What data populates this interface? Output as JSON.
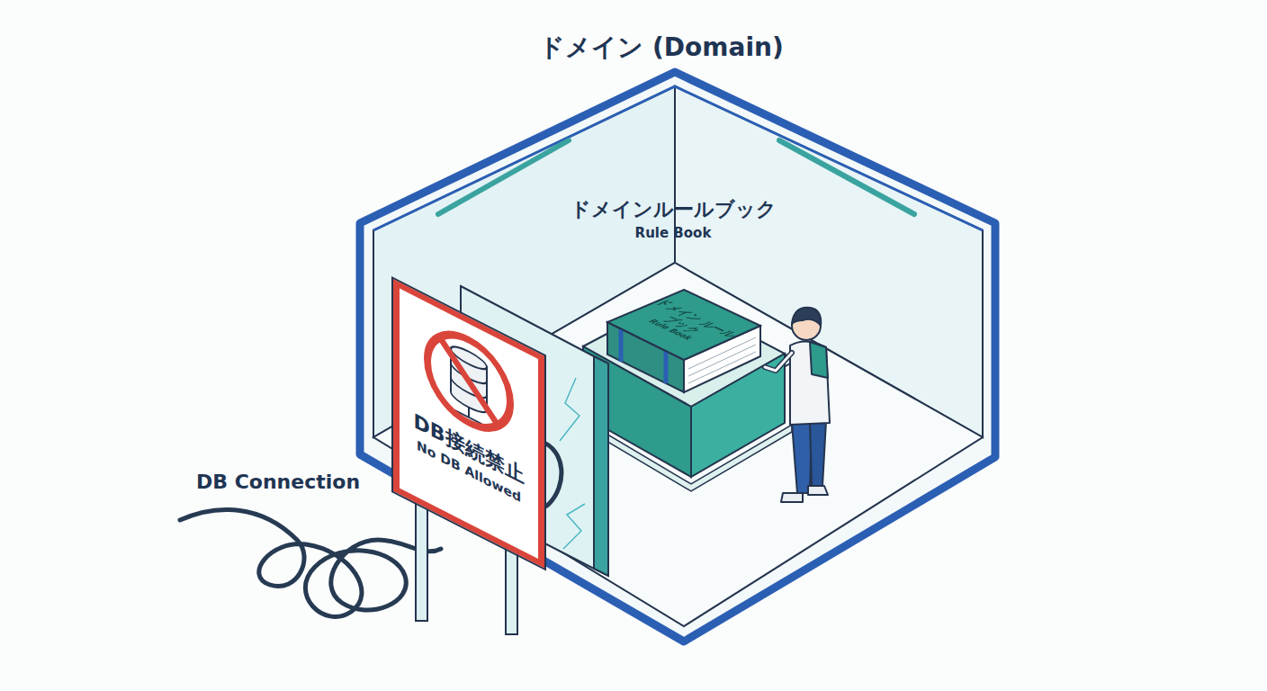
{
  "diagram": {
    "title": "ドメイン (Domain)",
    "nodes": [
      {
        "text": [
          "ドメイン ルールブック",
          "Rule Book"
        ]
      },
      {
        "text": [
          "DB接続禁止",
          "No DB Allowed"
        ]
      }
    ],
    "labels": [
      "ドメインルールブック",
      "Rule Book",
      "DB Connection"
    ]
  }
}
